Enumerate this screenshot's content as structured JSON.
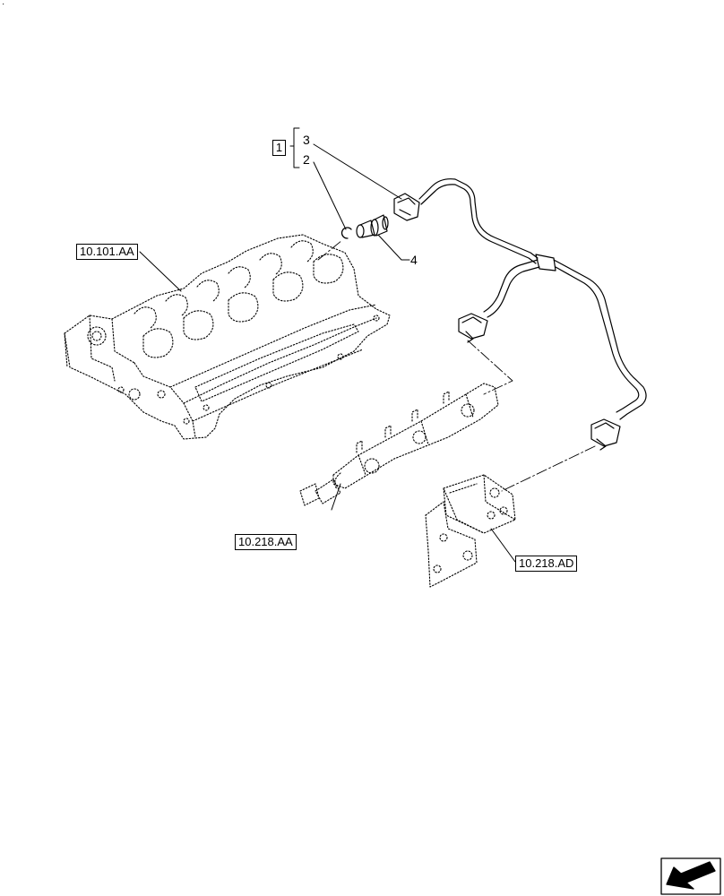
{
  "references": {
    "cylinder_head": "10.101.AA",
    "fuel_rail": "10.218.AA",
    "bracket": "10.218.AD"
  },
  "callouts": {
    "group": "1",
    "item_3": "3",
    "item_2": "2",
    "item_4": "4"
  },
  "corner_mark": "·",
  "icons": {
    "nav": "back-arrow-icon"
  }
}
